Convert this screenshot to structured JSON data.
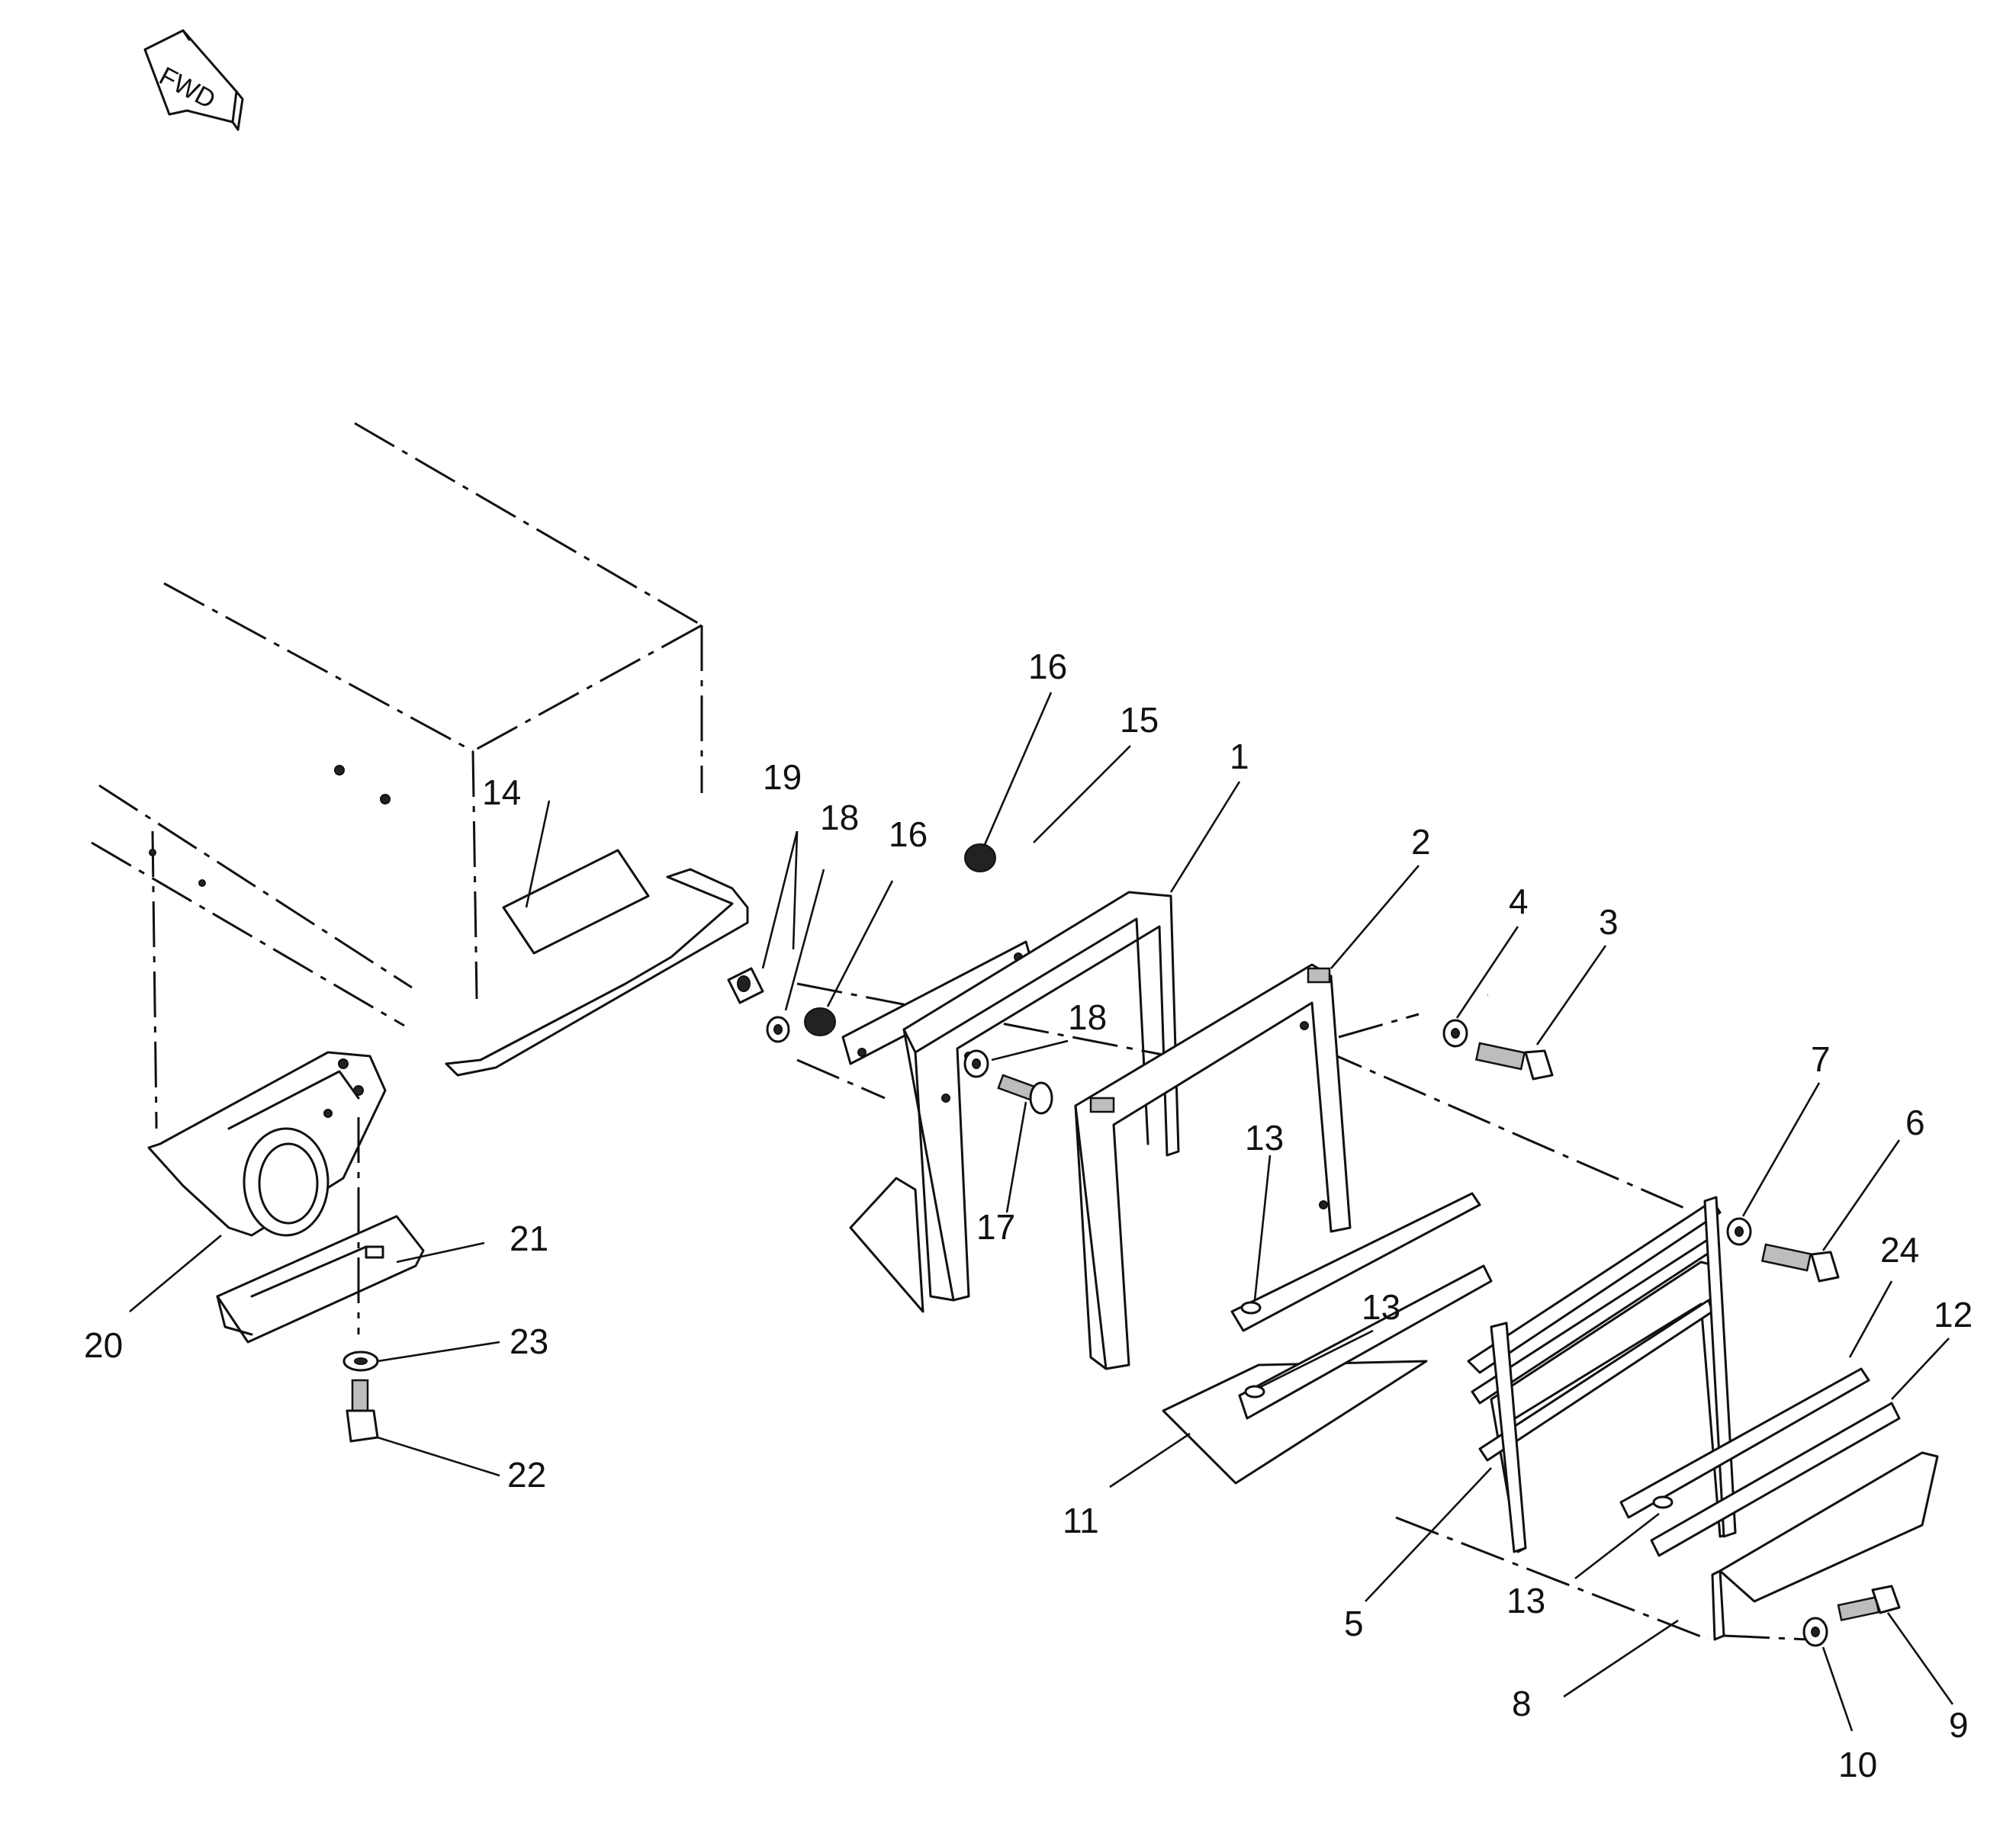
{
  "orientation_marker": {
    "label": "FWD"
  },
  "callouts": {
    "c1": "1",
    "c2": "2",
    "c3": "3",
    "c4": "4",
    "c5": "5",
    "c6": "6",
    "c7": "7",
    "c8": "8",
    "c9": "9",
    "c10": "10",
    "c11": "11",
    "c12": "12",
    "c13a": "13",
    "c13b": "13",
    "c13c": "13",
    "c14": "14",
    "c15": "15",
    "c16a": "16",
    "c16b": "16",
    "c17": "17",
    "c18a": "18",
    "c18b": "18",
    "c19": "19",
    "c20": "20",
    "c21": "21",
    "c22": "22",
    "c23": "23",
    "c24": "24"
  }
}
